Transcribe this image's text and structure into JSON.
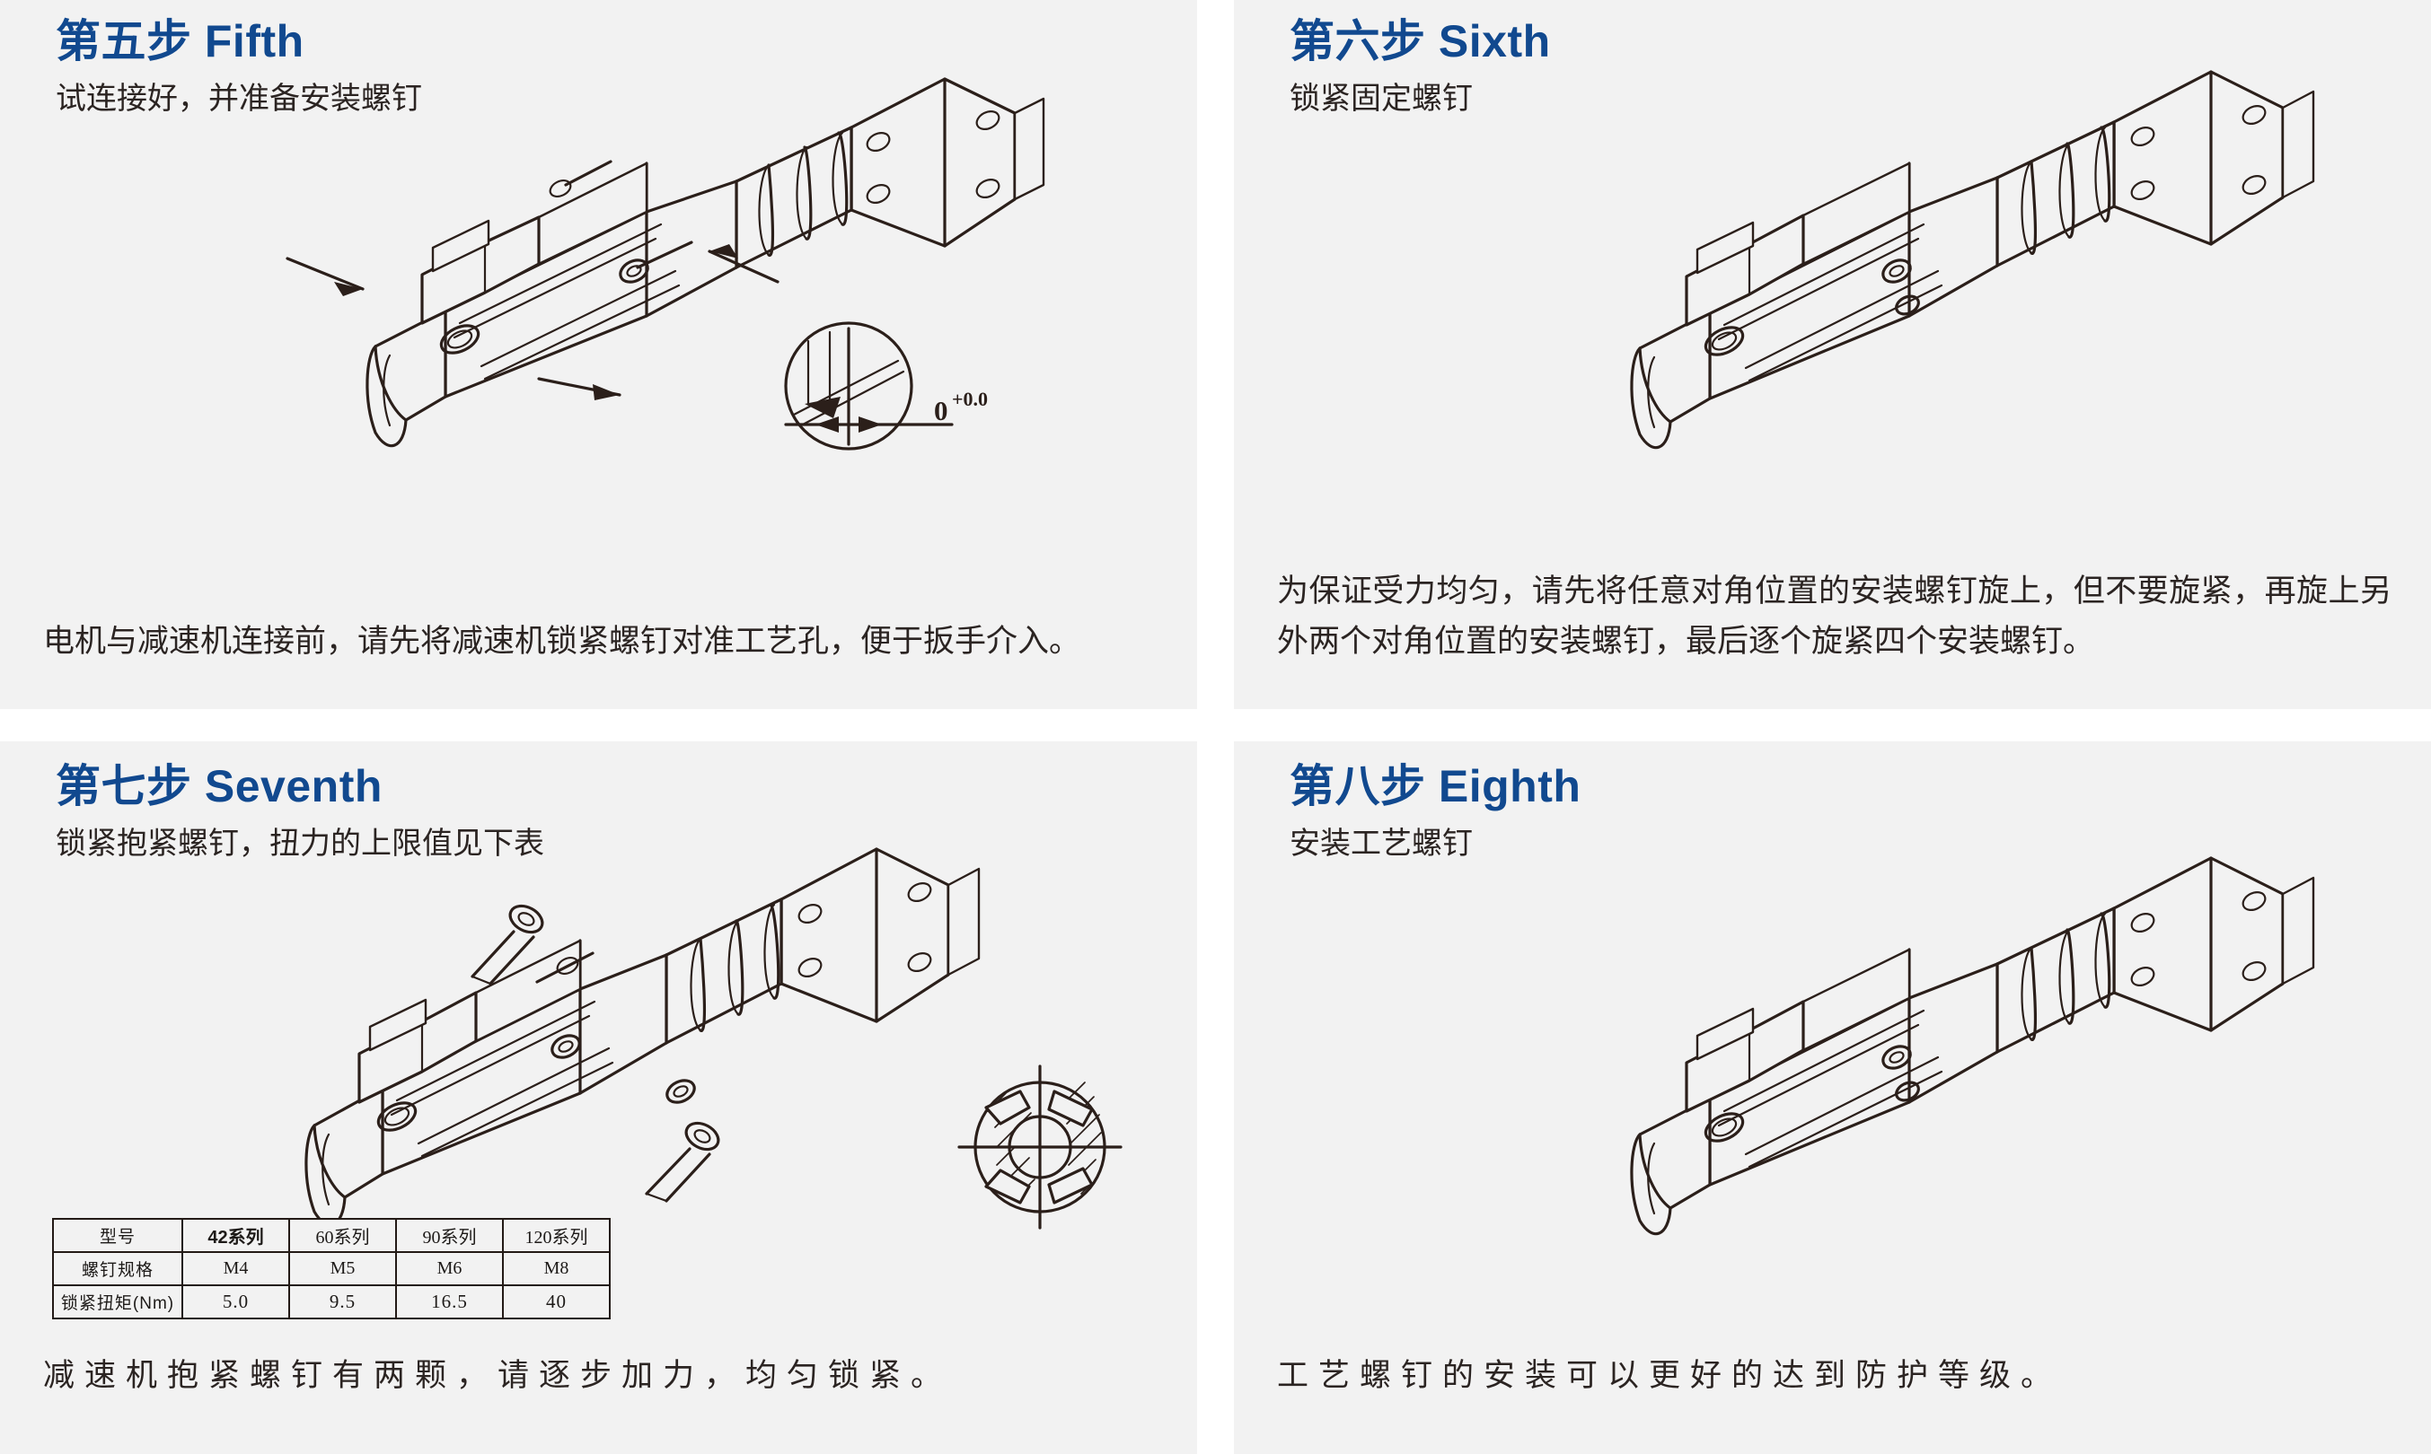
{
  "page": {
    "background": "#ffffff",
    "panel_background": "#f2f2f2",
    "accent_color": "#11498f",
    "text_color": "#2b2422",
    "line_color": "#2b1f1a"
  },
  "panels": [
    {
      "id": "step-five",
      "heading": "第五步 Fifth",
      "subheading": "试连接好，并准备安装螺钉",
      "caption": "电机与减速机连接前，请先将减速机锁紧螺钉对准工艺孔，便于扳手介入。",
      "figure_name": "servo-motor-gearbox-assembly-with-detail-callout",
      "detail_callout": {
        "tolerance_label": "0",
        "tolerance_sup": "+0.0"
      }
    },
    {
      "id": "step-six",
      "heading": "第六步 Sixth",
      "subheading": "锁紧固定螺钉",
      "caption": "为保证受力均匀，请先将任意对角位置的安装螺钉旋上，但不要旋紧，再旋上另外两个对角位置的安装螺钉，最后逐个旋紧四个安装螺钉。",
      "figure_name": "servo-motor-gearbox-assembly"
    },
    {
      "id": "step-seven",
      "heading": "第七步 Seventh",
      "subheading": "锁紧抱紧螺钉，扭力的上限值见下表",
      "caption": "减速机抱紧螺钉有两颗，请逐步加力，均匀锁紧。",
      "figure_name": "servo-motor-gearbox-assembly-with-clamp-screws-and-section-view"
    },
    {
      "id": "step-eight",
      "heading": "第八步 Eighth",
      "subheading": "安装工艺螺钉",
      "caption": "工艺螺钉的安装可以更好的达到防护等级。",
      "figure_name": "servo-motor-gearbox-assembly"
    }
  ],
  "torque_table": {
    "name": "locking-torque-specification-table",
    "rows": [
      {
        "label": "型号",
        "values": [
          "42系列",
          "60系列",
          "90系列",
          "120系列"
        ],
        "bold_first_value": true
      },
      {
        "label": "螺钉规格",
        "values": [
          "M4",
          "M5",
          "M6",
          "M8"
        ],
        "bold_first_value": false
      },
      {
        "label": "锁紧扭矩(Nm)",
        "values": [
          "5.0",
          "9.5",
          "16.5",
          "40"
        ],
        "bold_first_value": false
      }
    ]
  }
}
